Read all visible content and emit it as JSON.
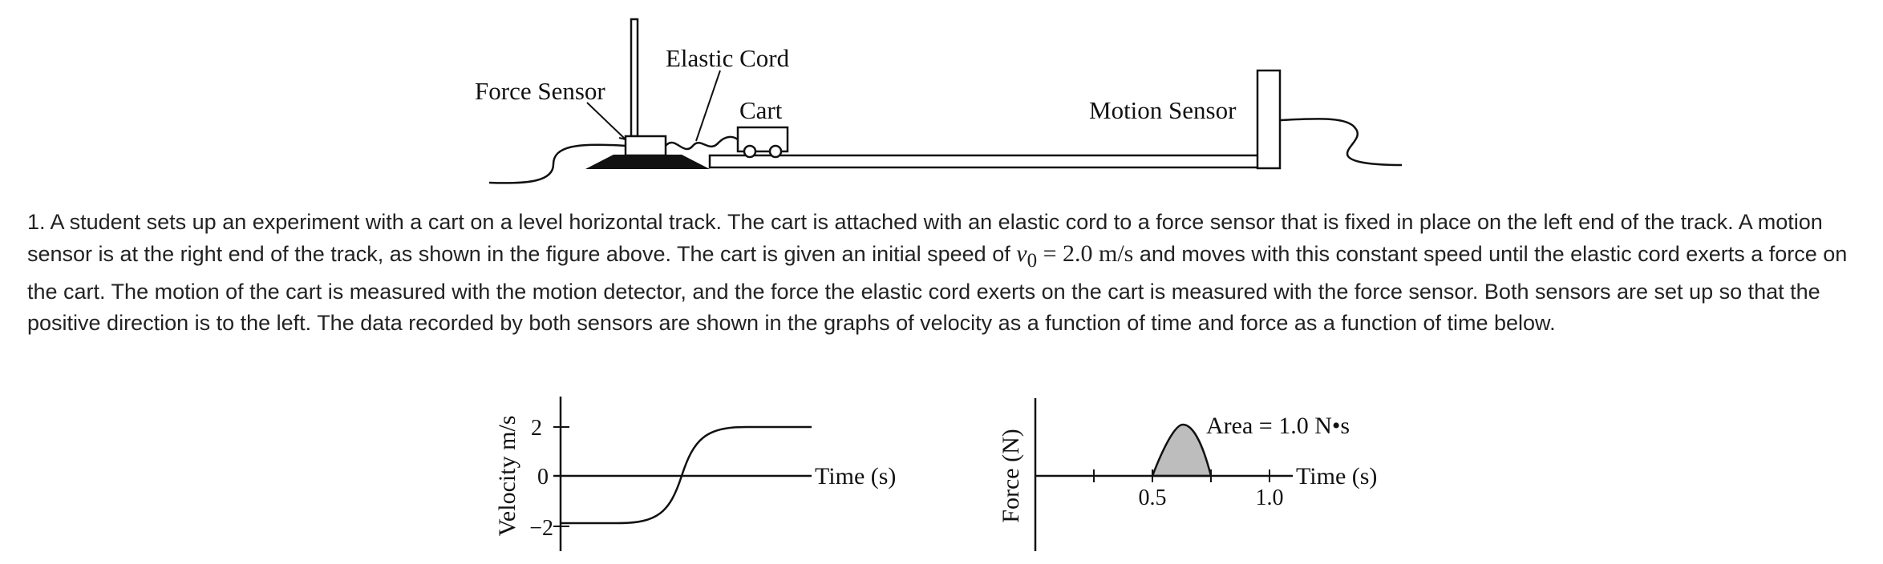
{
  "apparatus": {
    "force_sensor_label": "Force Sensor",
    "elastic_cord_label": "Elastic Cord",
    "cart_label": "Cart",
    "motion_sensor_label": "Motion Sensor"
  },
  "question": {
    "number": "1.",
    "part1": "A student sets up an experiment with a cart on a level horizontal track. The cart is attached with an elastic cord to a force sensor that is fixed in place on the left end of the track. A motion sensor is at the right end of the track, as shown in the figure above. The cart is given an initial speed of",
    "math_var": "v",
    "math_sub": "0",
    "math_eq": " = 2.0 m/s",
    "part2": "and moves with this constant speed until the elastic cord exerts a force on the cart. The motion of the cart is measured with the motion detector, and the force the elastic cord exerts on the cart is measured with the force sensor. Both sensors are set up so that the positive direction is to the left. The data recorded by both sensors are shown in the graphs of velocity as a function of time and force as a function of time below."
  },
  "velocity_graph": {
    "ylabel": "Velocity m/s",
    "xlabel": "Time (s)",
    "tick_labels": [
      "2",
      "0",
      "−2"
    ]
  },
  "force_graph": {
    "ylabel": "Force (N)",
    "xlabel": "Time (s)",
    "tick_labels": [
      "0.5",
      "1.0"
    ],
    "area_label": "Area = 1.0 N•s"
  },
  "colors": {
    "text": "#222222",
    "line": "#111111",
    "shade": "#bdbdbd"
  }
}
